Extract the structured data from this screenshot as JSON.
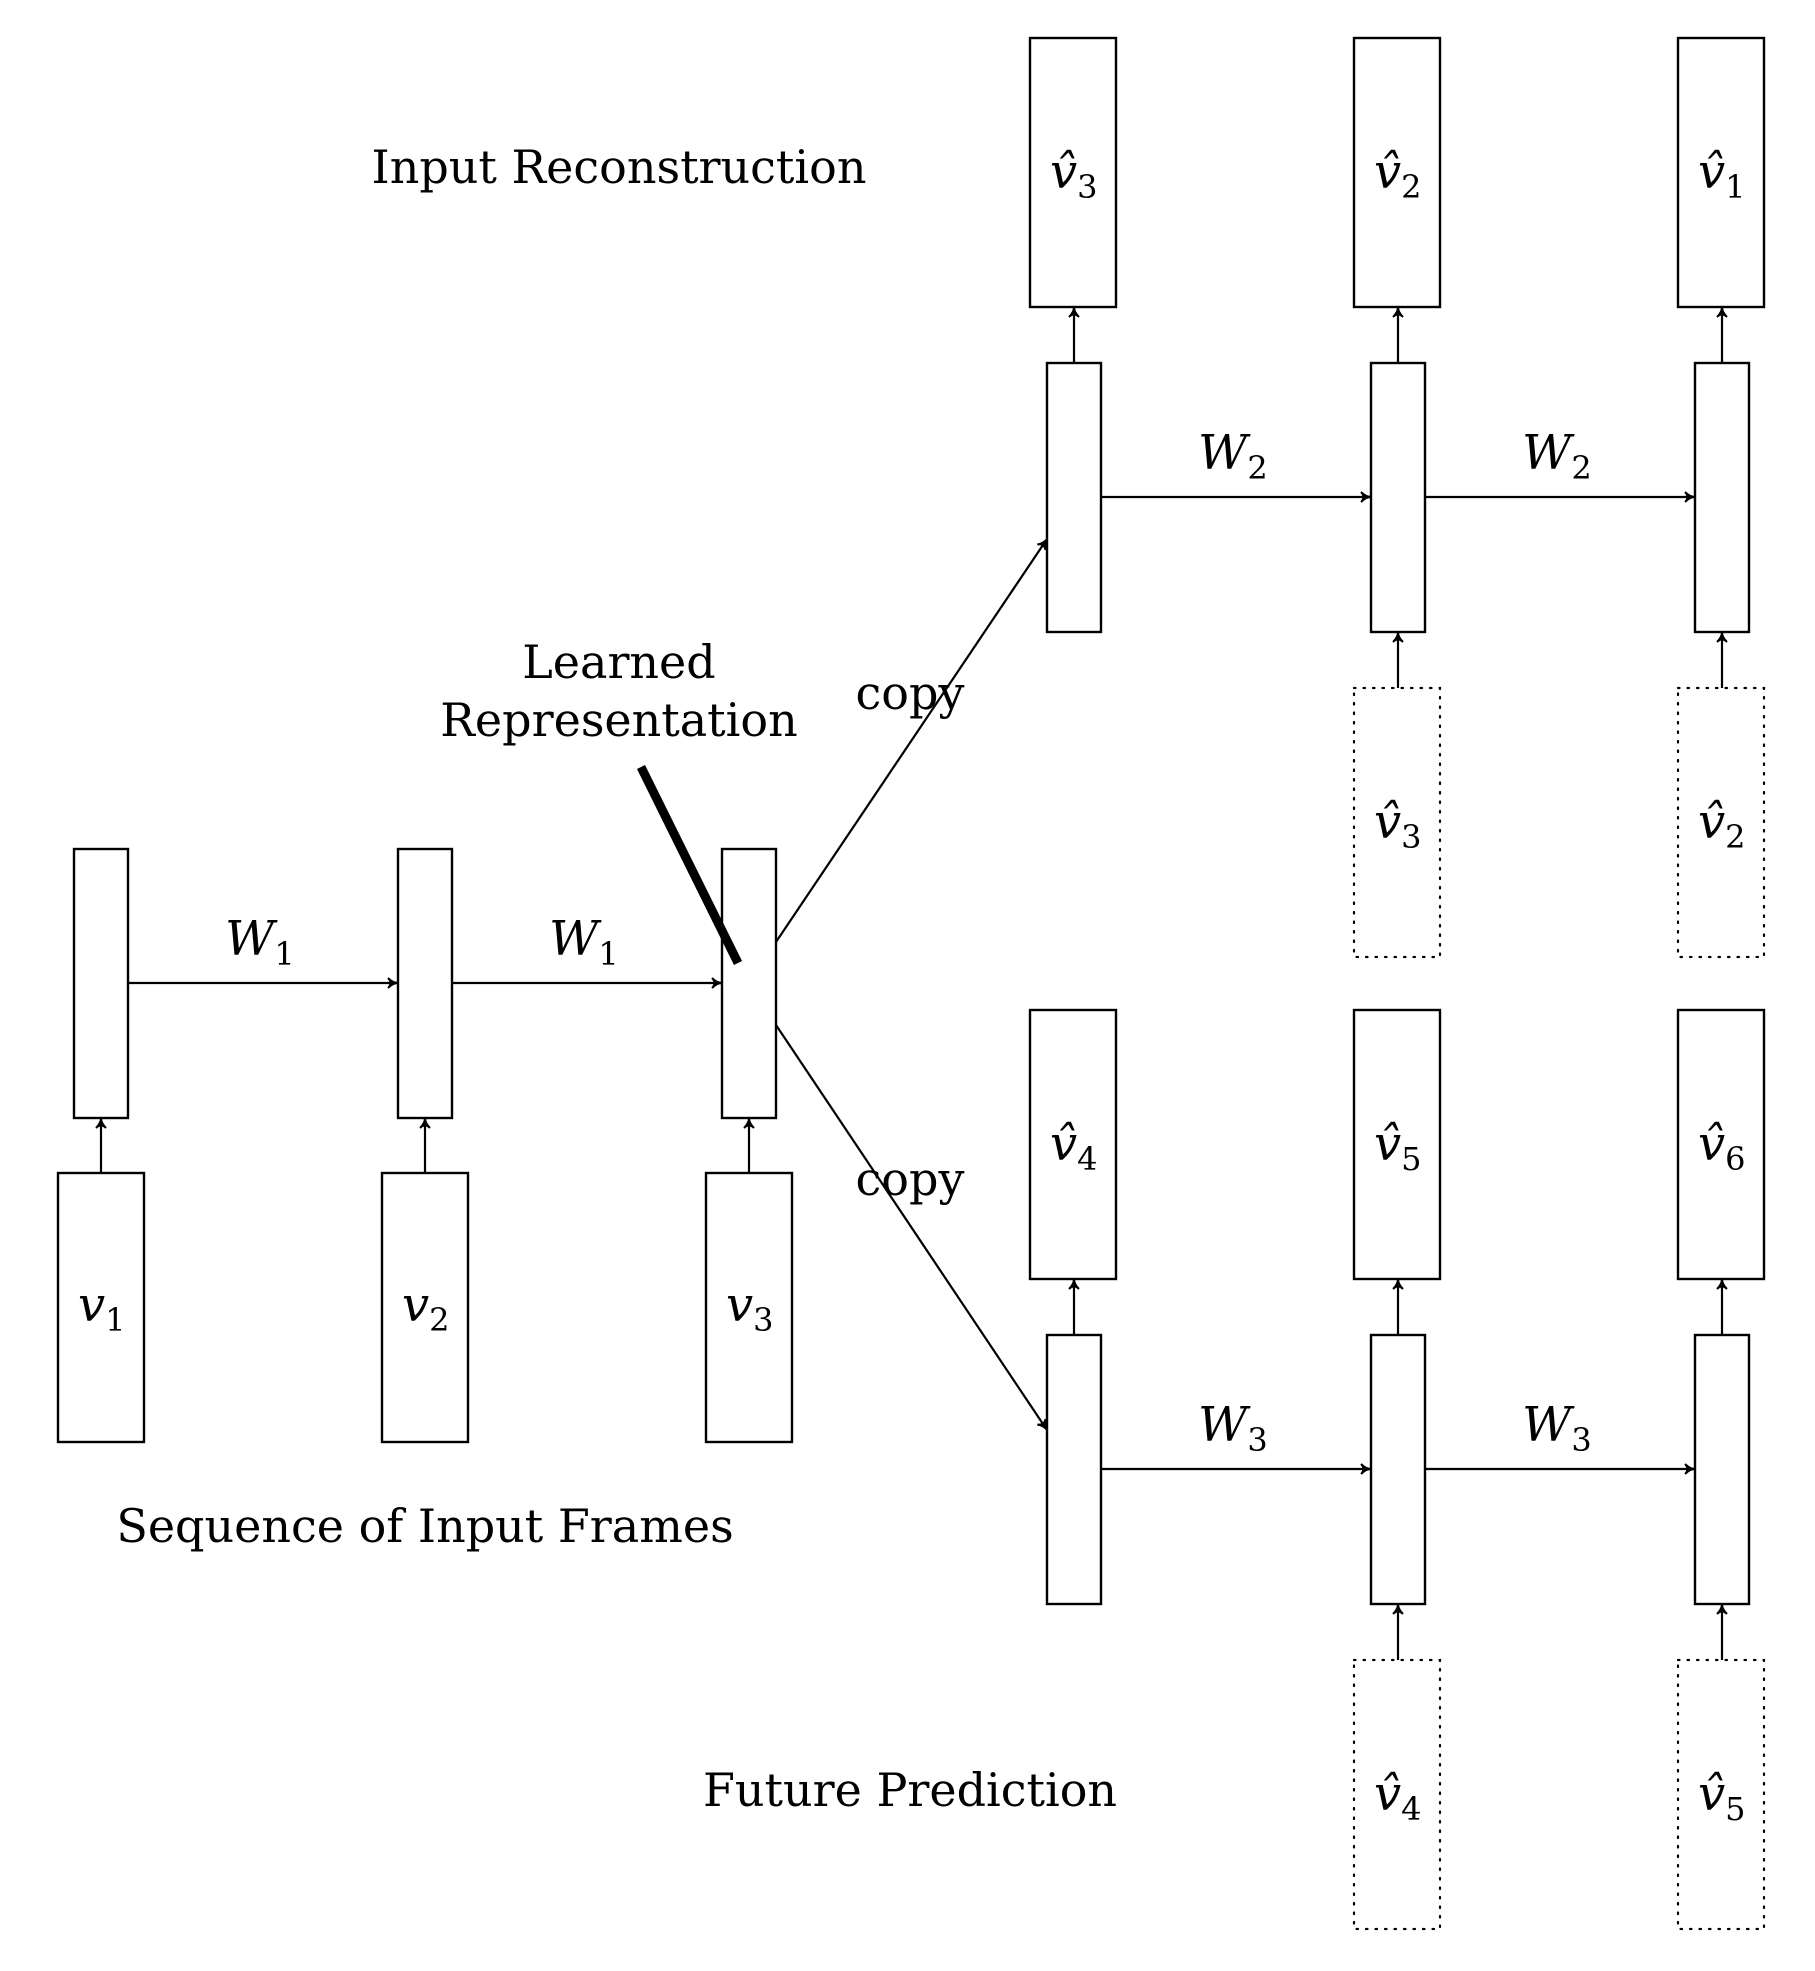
{
  "labels": {
    "input_reconstruction": "Input Reconstruction",
    "learned_line1": "Learned",
    "learned_line2": "Representation",
    "copy_upper": "copy",
    "copy_lower": "copy",
    "sequence_of_input_frames": "Sequence of Input Frames",
    "future_prediction": "Future Prediction"
  },
  "encoder": {
    "inputs": [
      {
        "var": "v",
        "sub": "1"
      },
      {
        "var": "v",
        "sub": "2"
      },
      {
        "var": "v",
        "sub": "3"
      }
    ],
    "weights": [
      {
        "var": "W",
        "sub": "1"
      },
      {
        "var": "W",
        "sub": "1"
      }
    ]
  },
  "reconstruction": {
    "outputs": [
      {
        "var": "v̂",
        "sub": "3"
      },
      {
        "var": "v̂",
        "sub": "2"
      },
      {
        "var": "v̂",
        "sub": "1"
      }
    ],
    "conditioning": [
      {
        "var": "v̂",
        "sub": "3"
      },
      {
        "var": "v̂",
        "sub": "2"
      }
    ],
    "weights": [
      {
        "var": "W",
        "sub": "2"
      },
      {
        "var": "W",
        "sub": "2"
      }
    ]
  },
  "prediction": {
    "outputs": [
      {
        "var": "v̂",
        "sub": "4"
      },
      {
        "var": "v̂",
        "sub": "5"
      },
      {
        "var": "v̂",
        "sub": "6"
      }
    ],
    "conditioning": [
      {
        "var": "v̂",
        "sub": "4"
      },
      {
        "var": "v̂",
        "sub": "5"
      }
    ],
    "weights": [
      {
        "var": "W",
        "sub": "3"
      },
      {
        "var": "W",
        "sub": "3"
      }
    ]
  }
}
